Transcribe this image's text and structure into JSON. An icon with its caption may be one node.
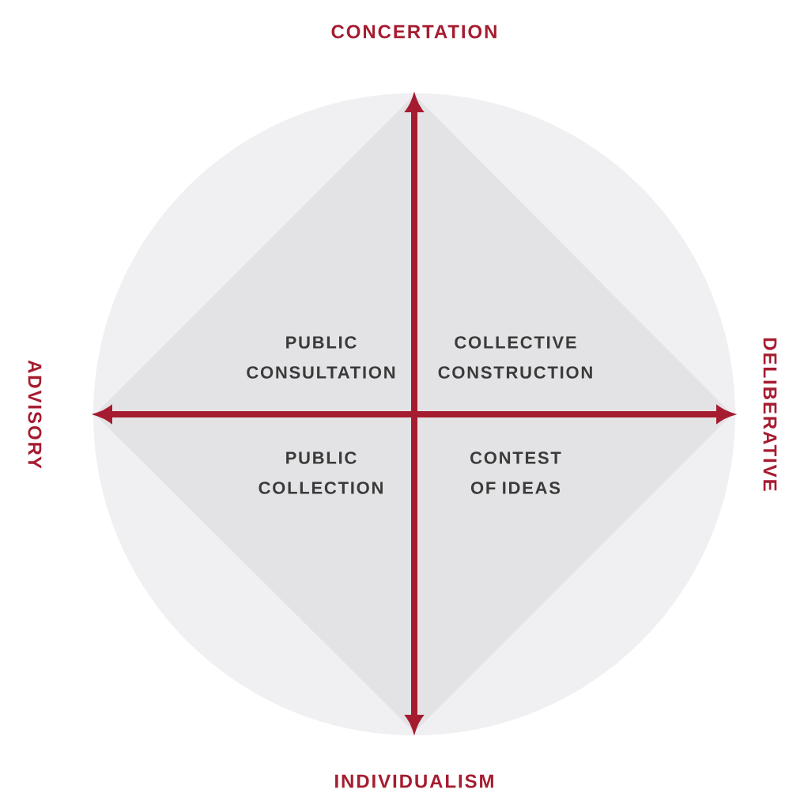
{
  "diagram": {
    "labels": [
      "CONCERTATION",
      "ADVISORY",
      "PUBLIC CONSULTATION",
      "COLLECTIVE CONSTRUCTION",
      "DELIBERATIVE",
      "PUBLIC COLLECTION",
      "CONTEST OF IDEAS",
      "INDIVIDUALISM"
    ]
  }
}
